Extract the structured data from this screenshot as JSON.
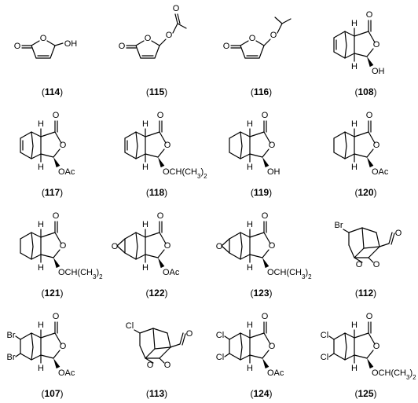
{
  "compounds": [
    {
      "id": "114",
      "atoms": [
        "O",
        "O",
        "OH"
      ]
    },
    {
      "id": "115",
      "atoms": [
        "O",
        "O",
        "O",
        "O"
      ]
    },
    {
      "id": "116",
      "atoms": [
        "O",
        "O",
        "O"
      ]
    },
    {
      "id": "108",
      "atoms": [
        "H",
        "O",
        "O",
        "H",
        "OH"
      ]
    },
    {
      "id": "117",
      "atoms": [
        "H",
        "O",
        "O",
        "H",
        "OAc"
      ]
    },
    {
      "id": "118",
      "atoms": [
        "H",
        "O",
        "O",
        "H",
        "OCH(CH3)2"
      ]
    },
    {
      "id": "119",
      "atoms": [
        "H",
        "O",
        "O",
        "H",
        "OH"
      ]
    },
    {
      "id": "120",
      "atoms": [
        "H",
        "O",
        "O",
        "H",
        "OAc"
      ]
    },
    {
      "id": "121",
      "atoms": [
        "H",
        "O",
        "O",
        "H",
        "OCH(CH3)2"
      ]
    },
    {
      "id": "122",
      "atoms": [
        "O",
        "H",
        "O",
        "O",
        "H",
        "OAc"
      ]
    },
    {
      "id": "123",
      "atoms": [
        "O",
        "H",
        "O",
        "O",
        "H",
        "OCH(CH3)2"
      ]
    },
    {
      "id": "112",
      "atoms": [
        "Br",
        "O",
        "O",
        "O"
      ]
    },
    {
      "id": "107",
      "atoms": [
        "Br",
        "Br",
        "H",
        "O",
        "O",
        "H",
        "OAc"
      ]
    },
    {
      "id": "113",
      "atoms": [
        "Cl",
        "O",
        "O",
        "O"
      ]
    },
    {
      "id": "124",
      "atoms": [
        "Cl",
        "Cl",
        "H",
        "O",
        "O",
        "H",
        "OAc"
      ]
    },
    {
      "id": "125",
      "atoms": [
        "Cl",
        "Cl",
        "H",
        "O",
        "O",
        "H",
        "OCH(CH3)2"
      ]
    }
  ]
}
